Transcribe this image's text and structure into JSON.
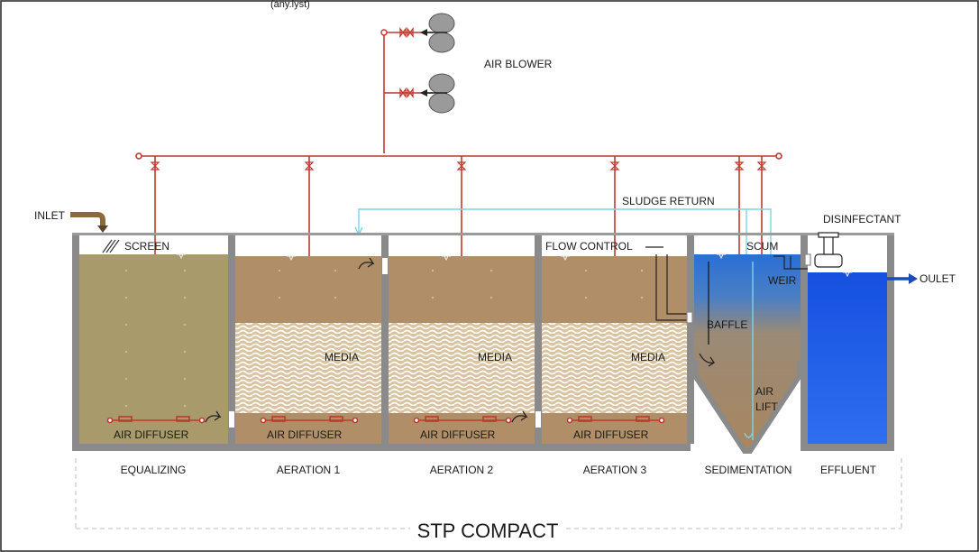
{
  "header": {
    "partial_text": "(any.lyst)"
  },
  "labels": {
    "air_blower": "AIR BLOWER",
    "inlet": "INLET",
    "sludge_return": "SLUDGE RETURN",
    "disinfectant": "DISINFECTANT",
    "screen": "SCREEN",
    "flow_control": "FLOW CONTROL",
    "scum": "SCUM",
    "weir": "WEIR",
    "outlet": "OULET",
    "baffle": "BAFFLE",
    "air_lift_1": "AIR",
    "air_lift_2": "LIFT",
    "media_1": "MEDIA",
    "media_2": "MEDIA",
    "media_3": "MEDIA",
    "diffuser_1": "AIR DIFFUSER",
    "diffuser_2": "AIR DIFFUSER",
    "diffuser_3": "AIR DIFFUSER",
    "diffuser_4": "AIR DIFFUSER",
    "title": "STP COMPACT"
  },
  "stages": [
    {
      "label": "EQUALIZING"
    },
    {
      "label": "AERATION 1"
    },
    {
      "label": "AERATION 2"
    },
    {
      "label": "AERATION 3"
    },
    {
      "label": "SEDIMENTATION"
    },
    {
      "label": "EFFLUENT"
    }
  ],
  "colors": {
    "air_pipe": "#c0392b",
    "sludge_pipe": "#7fd3e6",
    "tank_wall": "#8a8a8a",
    "equalizing_water": "#a89a6a",
    "aeration_water": "#b08e68",
    "media": "#e6d3b3",
    "sedimentation_top": "#2a6fd6",
    "effluent_water": "#1e5fe0",
    "inlet_pipe": "#8a6a3a"
  }
}
